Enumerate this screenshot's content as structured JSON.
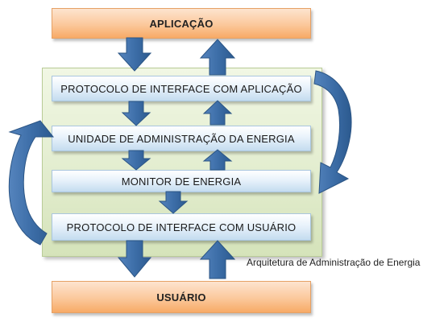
{
  "top_box": {
    "label": "APLICAÇÃO"
  },
  "layers": [
    {
      "label": "PROTOCOLO DE INTERFACE COM APLICAÇÃO"
    },
    {
      "label": "UNIDADE DE ADMINISTRAÇÃO DA ENERGIA"
    },
    {
      "label": "MONITOR DE ENERGIA"
    },
    {
      "label": "PROTOCOLO DE INTERFACE COM USUÁRIO"
    }
  ],
  "bottom_box": {
    "label": "USUÁRIO"
  },
  "caption": "Arquitetura de Administração de Energia",
  "colors": {
    "arrow_fill": "#3d6ea8",
    "arrow_stroke": "#2b5585",
    "panel": "#e4eed1",
    "orange": "#fbc89b",
    "layer": "#dbe9f6"
  }
}
